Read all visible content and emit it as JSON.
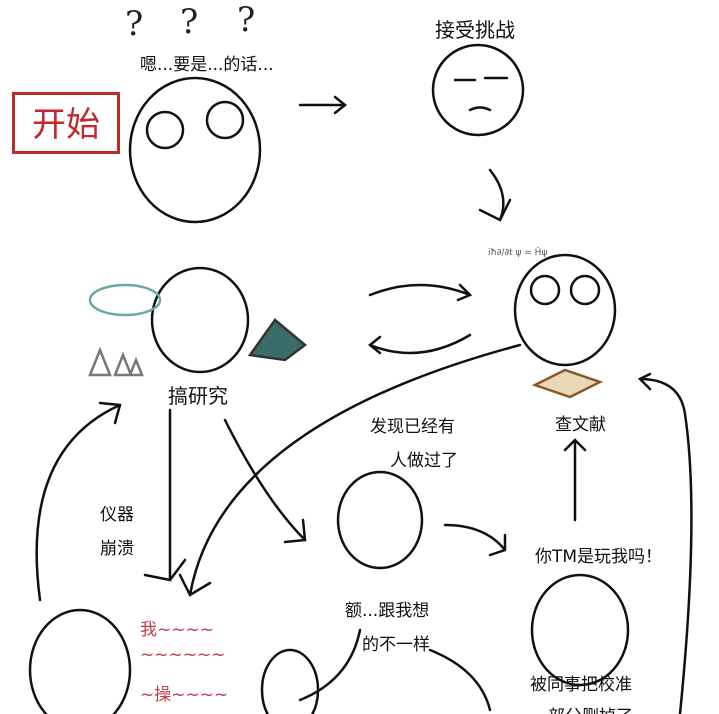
{
  "start_label": "开始",
  "thinking": {
    "question_marks": [
      "?",
      "?",
      "?"
    ],
    "caption": "嗯...要是...的话..."
  },
  "accept_challenge": "接受挑战",
  "research": "搞研究",
  "formula": "iħ∂/∂t ψ = Ĥψ",
  "literature": "查文献",
  "found_done": [
    "发现已经有",
    "人做过了"
  ],
  "instrument_crash": [
    "仪器",
    "崩溃"
  ],
  "rage": [
    "我~~~~",
    "~~~~~~",
    "~操~~~~"
  ],
  "different": [
    "额...跟我想",
    "的不一样"
  ],
  "kidding": "你TM是玩我吗！",
  "colleague": [
    "被同事把校准",
    "部分删掉了"
  ],
  "colors": {
    "start_red": "#c0282d",
    "ink": "#111111"
  }
}
